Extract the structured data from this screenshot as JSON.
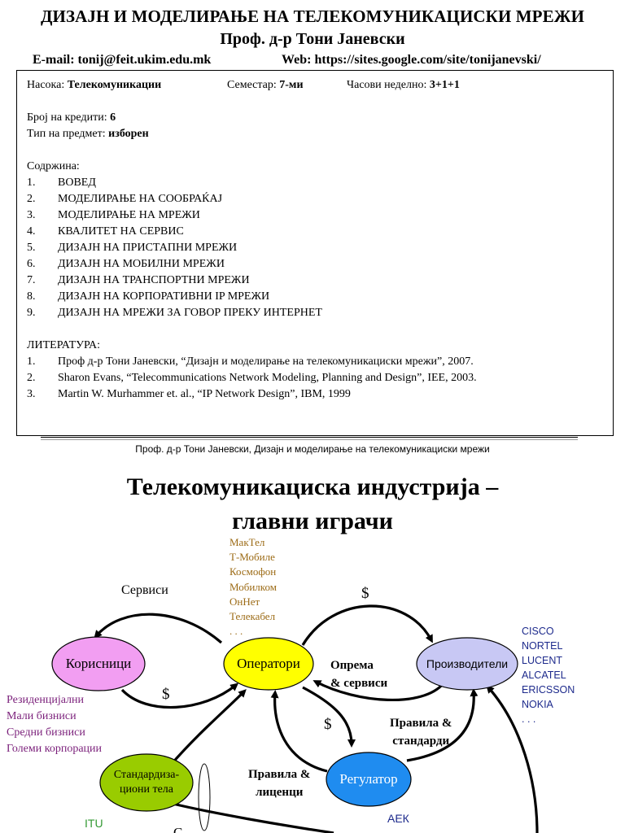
{
  "header": {
    "title": "ДИЗАЈН И МОДЕЛИРАЊЕ НА ТЕЛЕКОМУНИКАЦИСКИ МРЕЖИ",
    "author": "Проф. д-р Тони Јаневски",
    "email": "E-mail: tonij@feit.ukim.edu.mk",
    "web": "Web: https://sites.google.com/site/tonijanevski/"
  },
  "course": {
    "direction_label": "Насока: ",
    "direction_value": "Телекомуникации",
    "semester_label": "Семестар: ",
    "semester_value": "7-ми",
    "hours_label": "Часови неделно: ",
    "hours_value": "3+1+1",
    "credits_label": "Број на кредити: ",
    "credits_value": "6",
    "type_label": "Тип на предмет: ",
    "type_value": "изборен",
    "contents_label": "Содржина:",
    "contents": [
      {
        "num": "1.",
        "text": "ВОВЕД"
      },
      {
        "num": "2.",
        "text": "МОДЕЛИРАЊЕ НА СООБРАЌАЈ"
      },
      {
        "num": "3.",
        "text": "МОДЕЛИРАЊЕ НА МРЕЖИ"
      },
      {
        "num": "4.",
        "text": "КВАЛИТЕТ НА СЕРВИС"
      },
      {
        "num": "5.",
        "text": "ДИЗАЈН НА ПРИСТАПНИ МРЕЖИ"
      },
      {
        "num": "6.",
        "text": "ДИЗАЈН НА МОБИЛНИ МРЕЖИ"
      },
      {
        "num": "7.",
        "text": "ДИЗАЈН НА ТРАНСПОРТНИ МРЕЖИ"
      },
      {
        "num": "8.",
        "text": "ДИЗАЈН НА КОРПОРАТИВНИ IP МРЕЖИ"
      },
      {
        "num": "9.",
        "text": "ДИЗАЈН НА МРЕЖИ ЗА ГОВОР ПРЕКУ ИНТЕРНЕТ"
      }
    ],
    "literature_label": "ЛИТЕРАТУРА:",
    "literature": [
      {
        "num": "1.",
        "text": "Проф д-р Тони Јаневски, “Дизајн и моделирање на телекомуникациски мрежи”, 2007."
      },
      {
        "num": "2.",
        "text": "Sharon Evans, “Telecommunications Network Modeling, Planning and Design”, IEE, 2003."
      },
      {
        "num": "3.",
        "text": "Martin W. Murhammer et. al., “IP Network Design”, IBM, 1999"
      }
    ]
  },
  "footer": "Проф. д-р Тони Јаневски, Дизајн и моделирање на телекомуникациски мрежи",
  "slide": {
    "title_line1": "Телекомуникациска индустрија –",
    "title_line2": "главни играчи",
    "nodes": {
      "users": "Корисници",
      "operators": "Оператори",
      "manufacturers": "Производители",
      "regulator": "Регулатор",
      "standards": "Стандардиза-\nциони тела"
    },
    "labels": {
      "services": "Сервиси",
      "dollar_top": "$",
      "dollar_left": "$",
      "dollar_mid": "$",
      "equipment": "Опрема\n& сервиси",
      "rules_standards": "Правила &\nстандарди",
      "rules_licenses": "Правила &\nлиценци",
      "itu": "ITU",
      "aek": "АЕК",
      "cutoff_s": "С"
    },
    "operators_list": [
      "МакТел",
      "Т-Мобиле",
      "Космофон",
      "Мобилком",
      "ОнНет",
      "Телекабел",
      ". . ."
    ],
    "manufacturers_list": [
      "CISCO",
      "NORTEL",
      "LUCENT",
      "ALCATEL",
      "ERICSSON",
      "NOKIA",
      ". . ."
    ],
    "users_list": [
      "Резиденцијални",
      "Мали бизниси",
      "Средни бизниси",
      "Големи корпорации"
    ],
    "colors": {
      "users_fill": "#f29ef2",
      "operators_fill": "#ffff00",
      "manufacturers_fill": "#c8c8f4",
      "regulator_fill": "#1f8cf0",
      "standards_fill": "#99cc00",
      "operators_list": "#9c6b16",
      "manufacturers_list": "#1d2a8c",
      "users_list": "#7a1f7a",
      "itu": "#339933",
      "aek": "#1d2a8c"
    }
  }
}
